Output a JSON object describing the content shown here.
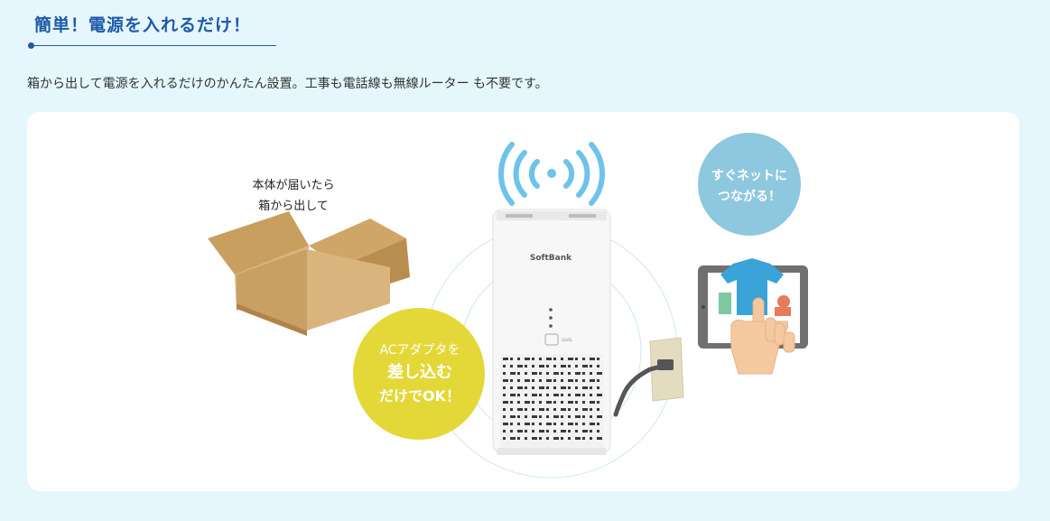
{
  "section": {
    "title": "簡単！電源を入れるだけ！",
    "description": "箱から出して電源を入れるだけのかんたん設置。工事も電話線も無線ルーター も不要です。"
  },
  "illustration": {
    "box_caption": {
      "line1": "本体が届いたら",
      "line2": "箱から出して"
    },
    "device_brand": "SoftBank",
    "device_level_label": "LEVEL",
    "adapter_bubble": {
      "line1": "ACアダプタを",
      "line2": "差し込む",
      "line3": "だけでOK！",
      "color": "#e4d838"
    },
    "net_bubble": {
      "line1": "すぐネットに",
      "line2": "つながる！",
      "color": "#8ec8de"
    },
    "signal_color": "#6ec3eb",
    "box_color": "#caa164"
  }
}
